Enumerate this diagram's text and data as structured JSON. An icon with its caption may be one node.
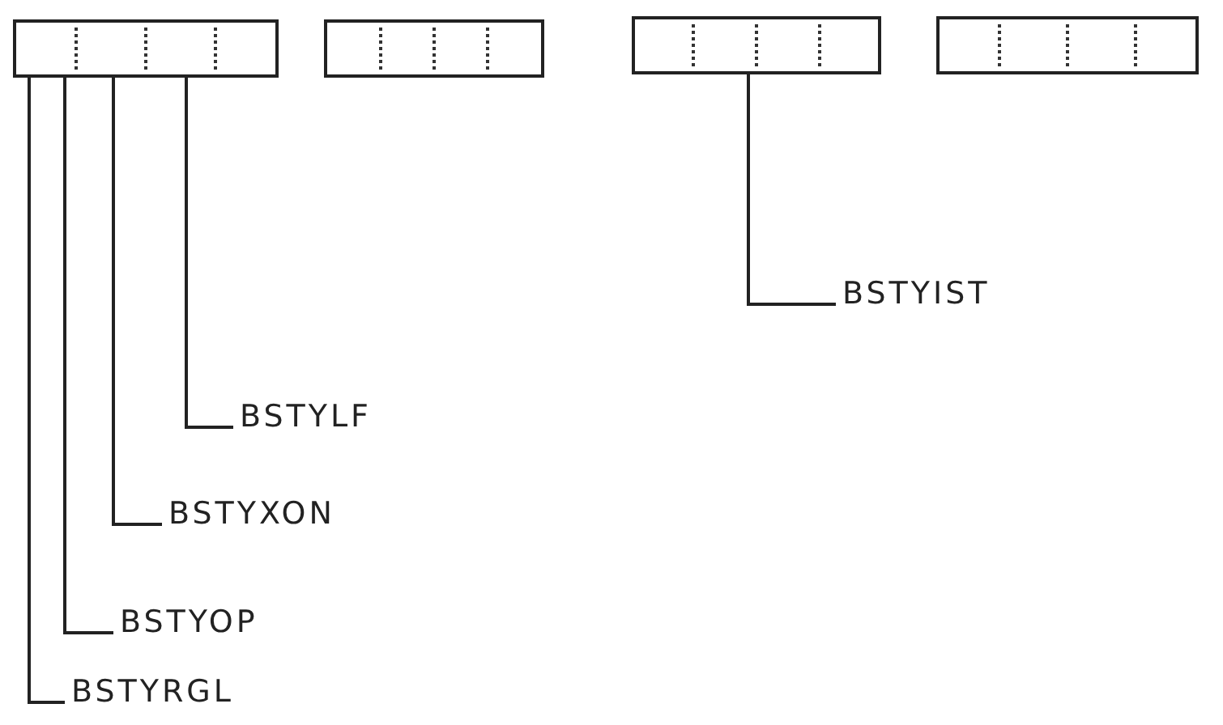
{
  "diagram": {
    "nodes": [
      {
        "text": [],
        "shape": "box"
      },
      {
        "text": [],
        "shape": "box"
      },
      {
        "text": [],
        "shape": "box"
      },
      {
        "text": [],
        "shape": "box"
      },
      {
        "text": [
          "BSTYIST"
        ]
      },
      {
        "text": [
          "BSTYLF"
        ]
      },
      {
        "text": [
          "BSTYXON"
        ]
      },
      {
        "text": [
          "BSTYOP"
        ]
      },
      {
        "text": [
          "BSTYRGL"
        ]
      }
    ],
    "edges": [
      {
        "from": 4,
        "to": 2,
        "arrow": "none"
      },
      {
        "from": 5,
        "to": 0,
        "arrow": "none"
      },
      {
        "from": 6,
        "to": 0,
        "arrow": "none"
      },
      {
        "from": 7,
        "to": 0,
        "arrow": "none"
      },
      {
        "from": 8,
        "to": 0,
        "arrow": "none"
      }
    ]
  }
}
